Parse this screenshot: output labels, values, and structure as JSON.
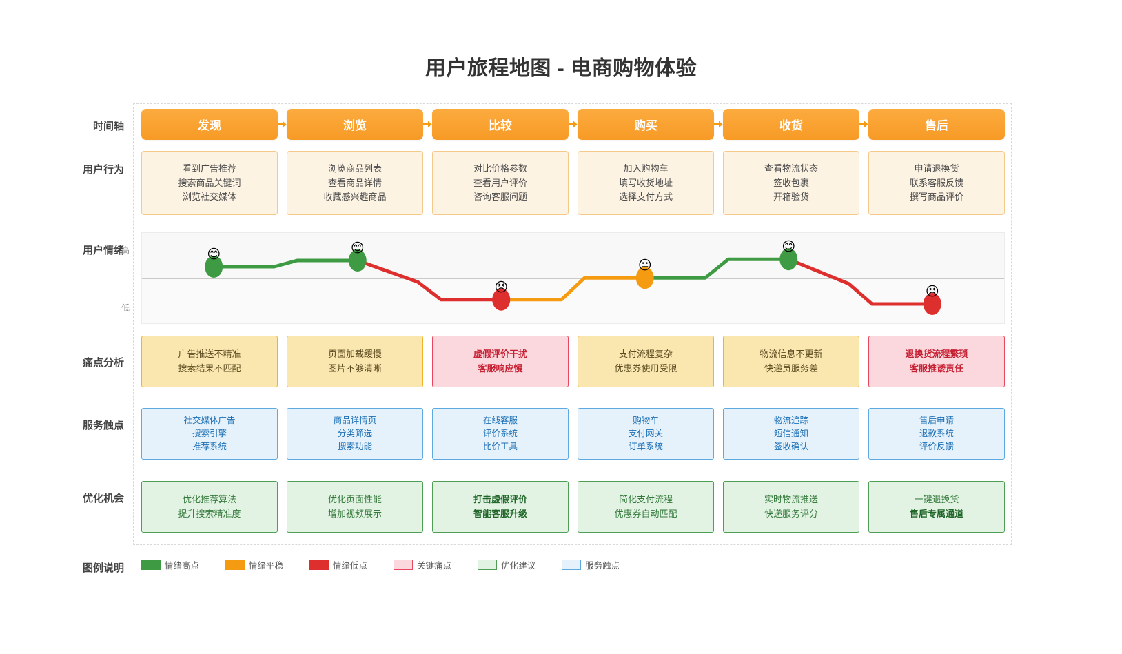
{
  "title": "用户旅程地图 - 电商购物体验",
  "rows": {
    "timeline": "时间轴",
    "behavior": "用户行为",
    "emotion": "用户情绪",
    "pain": "痛点分析",
    "touchpoint": "服务触点",
    "opportunity": "优化机会",
    "legend": "图例说明"
  },
  "axis": {
    "high": "高",
    "low": "低"
  },
  "stages": [
    "发现",
    "浏览",
    "比较",
    "购买",
    "收货",
    "售后"
  ],
  "behaviors": [
    [
      "看到广告推荐",
      "搜索商品关键词",
      "浏览社交媒体"
    ],
    [
      "浏览商品列表",
      "查看商品详情",
      "收藏感兴趣商品"
    ],
    [
      "对比价格参数",
      "查看用户评价",
      "咨询客服问题"
    ],
    [
      "加入购物车",
      "填写收货地址",
      "选择支付方式"
    ],
    [
      "查看物流状态",
      "签收包裹",
      "开箱验货"
    ],
    [
      "申请退换货",
      "联系客服反馈",
      "撰写商品评价"
    ]
  ],
  "pains": [
    {
      "lines": [
        "广告推送不精准",
        "搜索结果不匹配"
      ],
      "critical": false
    },
    {
      "lines": [
        "页面加载缓慢",
        "图片不够清晰"
      ],
      "critical": false
    },
    {
      "lines": [
        "虚假评价干扰",
        "客服响应慢"
      ],
      "critical": true
    },
    {
      "lines": [
        "支付流程复杂",
        "优惠券使用受限"
      ],
      "critical": false
    },
    {
      "lines": [
        "物流信息不更新",
        "快递员服务差"
      ],
      "critical": false
    },
    {
      "lines": [
        "退换货流程繁琐",
        "客服推诿责任"
      ],
      "critical": true
    }
  ],
  "touchpoints": [
    [
      "社交媒体广告",
      "搜索引擎",
      "推荐系统"
    ],
    [
      "商品详情页",
      "分类筛选",
      "搜索功能"
    ],
    [
      "在线客服",
      "评价系统",
      "比价工具"
    ],
    [
      "购物车",
      "支付网关",
      "订单系统"
    ],
    [
      "物流追踪",
      "短信通知",
      "签收确认"
    ],
    [
      "售后申请",
      "退款系统",
      "评价反馈"
    ]
  ],
  "opportunities": [
    [
      {
        "text": "优化推荐算法",
        "strong": false
      },
      {
        "text": "提升搜索精准度",
        "strong": false
      }
    ],
    [
      {
        "text": "优化页面性能",
        "strong": false
      },
      {
        "text": "增加视频展示",
        "strong": false
      }
    ],
    [
      {
        "text": "打击虚假评价",
        "strong": true
      },
      {
        "text": "智能客服升级",
        "strong": true
      }
    ],
    [
      {
        "text": "简化支付流程",
        "strong": false
      },
      {
        "text": "优惠券自动匹配",
        "strong": false
      }
    ],
    [
      {
        "text": "实时物流推送",
        "strong": false
      },
      {
        "text": "快递服务评分",
        "strong": false
      }
    ],
    [
      {
        "text": "一键退换货",
        "strong": false
      },
      {
        "text": "售后专属通道",
        "strong": true
      }
    ]
  ],
  "legend": [
    {
      "label": "情绪高点",
      "color": "#3f9b43",
      "border": "#3f9b43"
    },
    {
      "label": "情绪平稳",
      "color": "#f59b11",
      "border": "#f59b11"
    },
    {
      "label": "情绪低点",
      "color": "#de2f2f",
      "border": "#de2f2f"
    },
    {
      "label": "关键痛点",
      "color": "#fbd8de",
      "border": "#e8475f"
    },
    {
      "label": "优化建议",
      "color": "#e2f3e3",
      "border": "#4f9e55"
    },
    {
      "label": "服务触点",
      "color": "#e5f1fb",
      "border": "#5ea9e0"
    }
  ],
  "chart_data": {
    "type": "line",
    "title": "用户情绪",
    "xlabel": "",
    "ylabel": "情绪",
    "ylim": [
      0,
      1
    ],
    "ytick_labels": [
      "高",
      "低"
    ],
    "grid": true,
    "legend_position": "bottom",
    "categories": [
      "发现",
      "浏览",
      "比较",
      "购买",
      "收货",
      "售后"
    ],
    "values": [
      0.7,
      0.8,
      0.17,
      0.52,
      0.82,
      0.1
    ],
    "point_levels": [
      "high",
      "high",
      "low",
      "mid",
      "high",
      "low"
    ],
    "point_colors": [
      "#3f9b43",
      "#3f9b43",
      "#de2f2f",
      "#f59b11",
      "#3f9b43",
      "#de2f2f"
    ],
    "segment_colors": [
      "#3f9b43",
      "#de2f2f",
      "#f59b11",
      "#3f9b43",
      "#de2f2f"
    ],
    "emojis": [
      "😊",
      "😊",
      "😣",
      "😐",
      "😊",
      "😣"
    ]
  }
}
